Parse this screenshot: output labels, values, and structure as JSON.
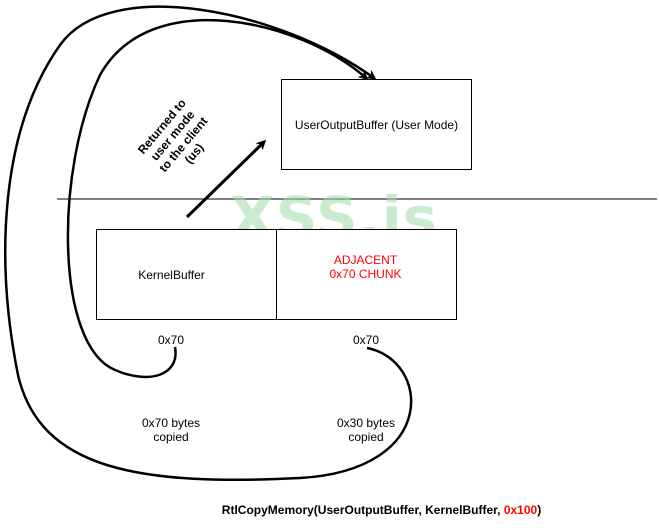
{
  "watermark": "XSS.is",
  "boxes": {
    "user_output_buffer": "UserOutputBuffer (User Mode)",
    "kernel_buffer": "KernelBuffer",
    "adjacent_line1": "ADJACENT",
    "adjacent_line2": "0x70 CHUNK"
  },
  "arrow_label": {
    "line1": "Returned to",
    "line2": "user mode",
    "line3": "to the client",
    "line4": "(us)"
  },
  "sizes": {
    "kernel": "0x70",
    "adjacent": "0x70"
  },
  "copied": {
    "left_line1": "0x70 bytes",
    "left_line2": "copied",
    "right_line1": "0x30 bytes",
    "right_line2": "copied"
  },
  "caption": {
    "prefix": "RtlCopyMemory(UserOutputBuffer, KernelBuffer, ",
    "highlight": "0x100",
    "suffix": ")"
  },
  "colors": {
    "highlight": "#ff0000",
    "watermark": "#9fdca9"
  }
}
